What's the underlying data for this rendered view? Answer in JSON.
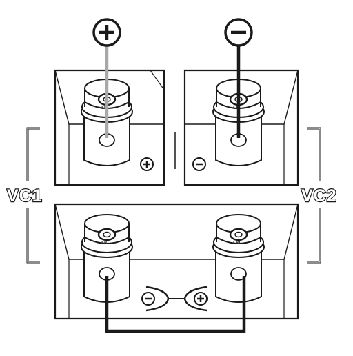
{
  "labels": {
    "vc1": "VC1",
    "vc2": "VC2",
    "post_marking": "LBL"
  },
  "symbols": {
    "positive": "+",
    "negative": "−"
  },
  "icons": {
    "positive_terminal": "plus-circle-icon",
    "negative_terminal": "minus-circle-icon"
  },
  "colors": {
    "outline": "#1a1a1a",
    "positive_wire": "#a8a8a8",
    "negative_wire": "#1a1a1a",
    "jumper_wire": "#1a1a1a",
    "housing": "#ffffff"
  }
}
